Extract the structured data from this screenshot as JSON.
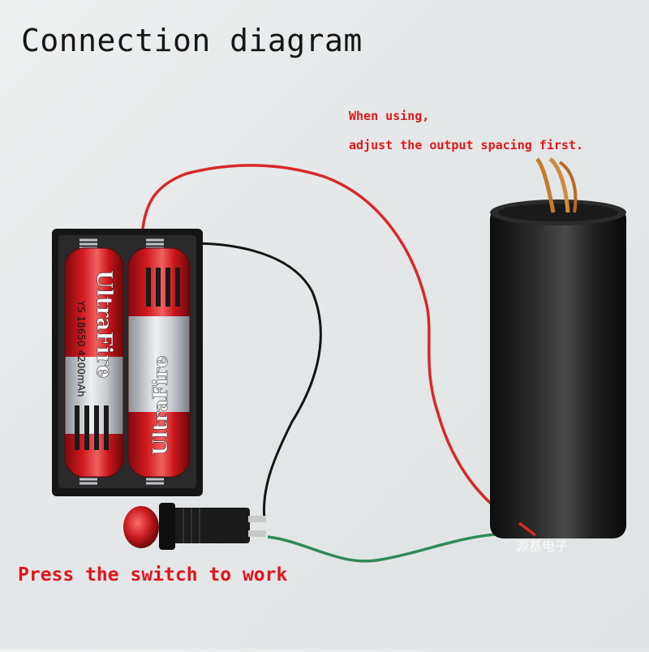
{
  "title": "Connection diagram",
  "note": {
    "line1": "When using,",
    "line2": "adjust the output spacing first."
  },
  "instruction": "Press the switch to work",
  "watermark": "源基电子",
  "battery": {
    "brand": "UltraFire",
    "model": "YS 18650 4200mAh"
  },
  "colors": {
    "title_text": "#151515",
    "annotation_red": "#e01818",
    "wire_red": "#d8282a",
    "wire_black": "#141414",
    "wire_green": "#2e8b57",
    "coil_copper": "#c77a2b",
    "battery_red": "#c8161c",
    "battery_silver": "#c9ccd1",
    "module_body": "#1c1c1c"
  }
}
